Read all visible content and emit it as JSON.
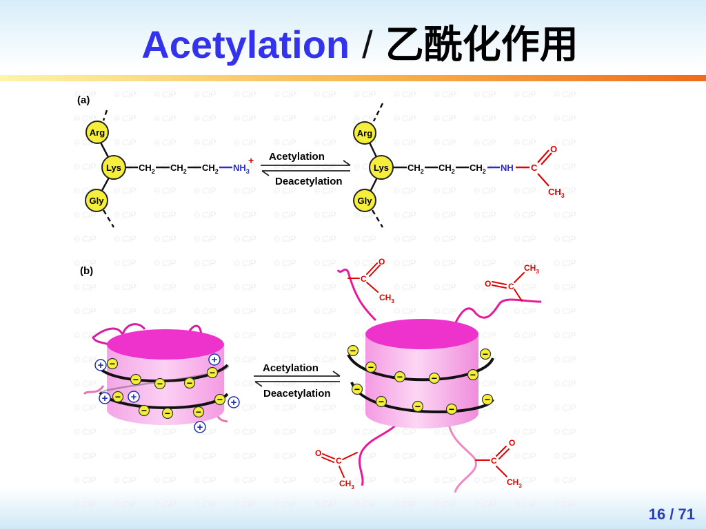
{
  "title": {
    "en": "Acetylation",
    "sep": "/",
    "zh": "乙酰化作用"
  },
  "page_number": "16 / 71",
  "watermark": "© CIP",
  "panel_a": {
    "label": "(a)",
    "residues": [
      "Arg",
      "Lys",
      "Gly"
    ],
    "ch2": "CH",
    "sub2": "2",
    "nh3": "NH",
    "sub3": "3",
    "plus": "+",
    "nh": "NH",
    "c": "C",
    "o": "O",
    "ch3": "CH",
    "forward_label": "Acetylation",
    "reverse_label": "Deacetylation"
  },
  "panel_b": {
    "label": "(b)",
    "forward_label": "Acetylation",
    "reverse_label": "Deacetylation",
    "minus": "−",
    "plus": "+",
    "c": "C",
    "o": "O",
    "ch3": "CH",
    "sub3": "3"
  },
  "colors": {
    "title_en": "#3333ee",
    "lysine_fill": "#f5ee3a",
    "tail": "#e8189a",
    "acetyl": "#e00000",
    "amine": "#2a2ad4",
    "histone": "#ee33cc"
  }
}
